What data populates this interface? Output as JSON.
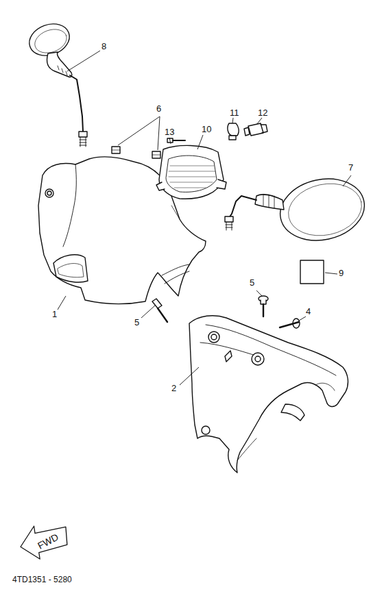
{
  "diagram": {
    "nodes": [
      {
        "text": [
          "FWD"
        ]
      }
    ],
    "labels": [
      "8",
      "13",
      "10",
      "11",
      "12",
      "6",
      "7",
      "9",
      "1",
      "5",
      "5",
      "4",
      "2",
      "4TD1351 - 5280"
    ]
  }
}
